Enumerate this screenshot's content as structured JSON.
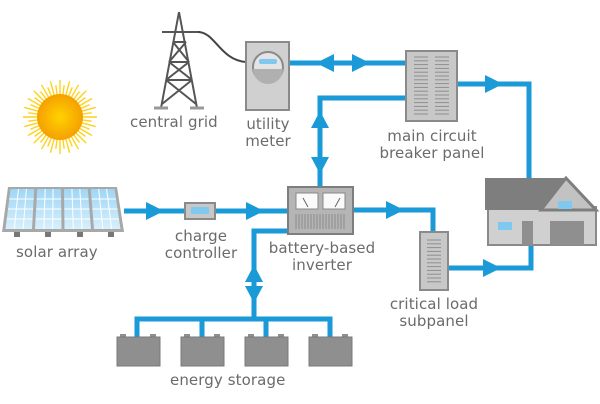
{
  "title": "Grid-tied solar system with battery backup",
  "colors": {
    "wire": "#1a9ad6",
    "device_fill": "#c8c8c8",
    "device_stroke": "#8a8a8a",
    "dark_gray": "#8f8f8f",
    "label": "#6b6b6b",
    "accent_blue": "#7fc8ef",
    "sun_core": "#f5a800",
    "sun_rays": "#ffd21a"
  },
  "components": {
    "central_grid": {
      "label": "central grid",
      "icon": "power-tower-icon"
    },
    "utility_meter": {
      "label_line1": "utility",
      "label_line2": "meter",
      "icon": "meter-icon"
    },
    "main_panel": {
      "label_line1": "main circuit",
      "label_line2": "breaker panel",
      "icon": "breaker-panel-icon"
    },
    "house": {
      "icon": "house-icon"
    },
    "sun": {
      "icon": "sun-icon"
    },
    "solar_array": {
      "label": "solar array",
      "icon": "solar-panel-icon"
    },
    "charge_controller": {
      "label_line1": "charge",
      "label_line2": "controller",
      "icon": "charge-controller-icon"
    },
    "inverter": {
      "label_line1": "battery-based",
      "label_line2": "inverter",
      "icon": "inverter-icon"
    },
    "critical_subpanel": {
      "label_line1": "critical load",
      "label_line2": "subpanel",
      "icon": "subpanel-icon"
    },
    "energy_storage": {
      "label": "energy storage",
      "icon": "battery-icon",
      "battery_count": 4
    }
  },
  "flows": [
    {
      "from": "utility meter",
      "to": "main circuit breaker panel",
      "direction": "bidirectional"
    },
    {
      "from": "main circuit breaker panel",
      "to": "house",
      "direction": "forward"
    },
    {
      "from": "battery-based inverter",
      "to": "main circuit breaker panel",
      "direction": "bidirectional"
    },
    {
      "from": "solar array",
      "to": "charge controller",
      "direction": "forward"
    },
    {
      "from": "charge controller",
      "to": "battery-based inverter",
      "direction": "forward"
    },
    {
      "from": "battery-based inverter",
      "to": "critical load subpanel",
      "direction": "forward"
    },
    {
      "from": "critical load subpanel",
      "to": "house",
      "direction": "forward"
    },
    {
      "from": "battery-based inverter",
      "to": "energy storage",
      "direction": "bidirectional"
    }
  ]
}
